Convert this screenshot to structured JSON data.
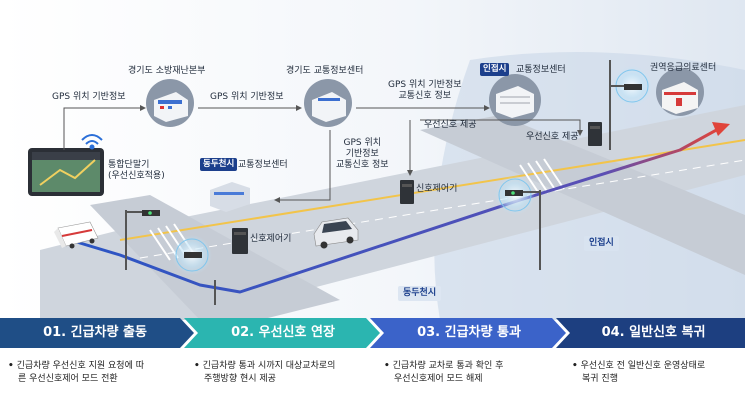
{
  "nodes": {
    "fire_hq": "경기도 소방재난본부",
    "gg_traffic": "경기도 교통정보센터",
    "incheon_tag": "인접시",
    "incheon_center": "교통정보센터",
    "hospital": "권역응급의료센터",
    "dongducheon_tag": "동두천시",
    "dongducheon_center": "교통정보센터",
    "terminal_line1": "통합단말기",
    "terminal_line2": "(우선신호적용)"
  },
  "flows": {
    "gps1": "GPS 위치 기반정보",
    "gps2": "GPS 위치 기반정보",
    "gps3_line1": "GPS 위치 기반정보",
    "gps3_line2": "교통신호 정보",
    "gps_down_line1": "GPS 위치",
    "gps_down_line2": "기반정보",
    "gps_down_line3": "교통신호 정보",
    "priority1": "우선신호 제공",
    "priority2": "우선신호 제공"
  },
  "controllers": {
    "c1": "신호제어기",
    "c2": "신호제어기"
  },
  "regions": {
    "incheon": "인접시",
    "dongducheon": "동두천시"
  },
  "steps": [
    {
      "title": "01. 긴급차량 출동",
      "desc": [
        "긴급차량 우선신호 지원 요청에 따",
        "른 우선신호제어 모드 전환"
      ]
    },
    {
      "title": "02. 우선신호 연장",
      "desc": [
        "긴급차량 통과 시까지 대상교차로의",
        "주행방향 현시 제공"
      ]
    },
    {
      "title": "03. 긴급차량 통과",
      "desc": [
        "긴급차량 교차로 통과 확인 후",
        "우선신호제어 모드 해제"
      ]
    },
    {
      "title": "04. 일반신호 복귀",
      "desc": [
        "우선신호 전 일반신호 운영상태로",
        "복귀 진행"
      ]
    }
  ],
  "bullet": "•",
  "colors": {
    "step1": "#1f4e86",
    "step2": "#2bb5b0",
    "step3": "#3b63c9",
    "step4": "#1d3f80",
    "route": "#2a55c4",
    "route_hot": "#e0443a",
    "tag": "#1c3f8c"
  }
}
